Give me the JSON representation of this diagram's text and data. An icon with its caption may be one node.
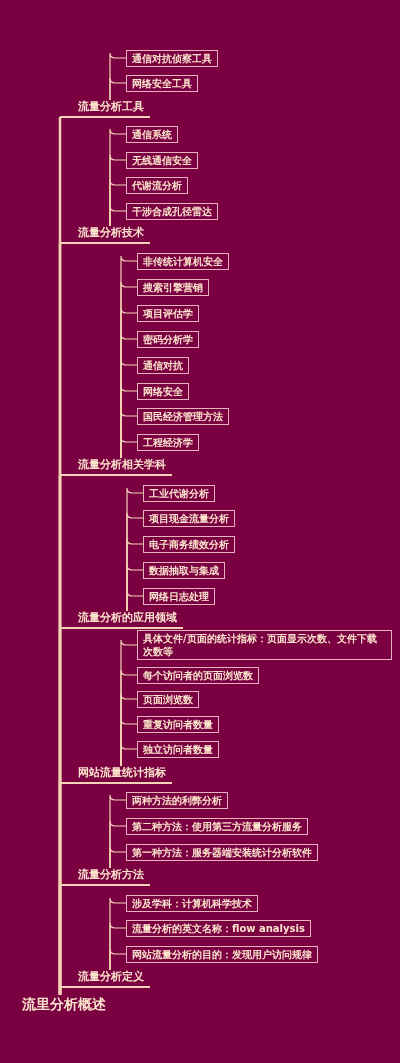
{
  "diagram": {
    "nodes": [
      {
        "text": [
          "流里分析概述"
        ]
      },
      {
        "text": [
          "流量分析工具"
        ]
      },
      {
        "text": [
          "通信对抗侦察工具"
        ]
      },
      {
        "text": [
          "网络安全工具"
        ]
      },
      {
        "text": [
          "流量分析技术"
        ]
      },
      {
        "text": [
          "通信系统"
        ]
      },
      {
        "text": [
          "无线通信安全"
        ]
      },
      {
        "text": [
          "代谢流分析"
        ]
      },
      {
        "text": [
          "干涉合成孔径雷达"
        ]
      },
      {
        "text": [
          "流量分析相关学科"
        ]
      },
      {
        "text": [
          "非传统计算机安全"
        ]
      },
      {
        "text": [
          "搜索引擎营销"
        ]
      },
      {
        "text": [
          "项目评估学"
        ]
      },
      {
        "text": [
          "密码分析学"
        ]
      },
      {
        "text": [
          "通信对抗"
        ]
      },
      {
        "text": [
          "网络安全"
        ]
      },
      {
        "text": [
          "国民经济管理方法"
        ]
      },
      {
        "text": [
          "工程经济学"
        ]
      },
      {
        "text": [
          "流量分析的应用领域"
        ]
      },
      {
        "text": [
          "工业代谢分析"
        ]
      },
      {
        "text": [
          "项目现金流量分析"
        ]
      },
      {
        "text": [
          "电子商务绩效分析"
        ]
      },
      {
        "text": [
          "数据抽取与集成"
        ]
      },
      {
        "text": [
          "网络日志处理"
        ]
      },
      {
        "text": [
          "网站流量统计指标"
        ]
      },
      {
        "text": [
          "具体文件/页面的统计指标：页面显示次数、文件下载次数等"
        ]
      },
      {
        "text": [
          "每个访问者的页面浏览数"
        ]
      },
      {
        "text": [
          "页面浏览数"
        ]
      },
      {
        "text": [
          "重复访问者数量"
        ]
      },
      {
        "text": [
          "独立访问者数量"
        ]
      },
      {
        "text": [
          "流量分析方法"
        ]
      },
      {
        "text": [
          "两种方法的利弊分析"
        ]
      },
      {
        "text": [
          "第二种方法：使用第三方流量分析服务"
        ]
      },
      {
        "text": [
          "第一种方法：服务器端安装统计分析软件"
        ]
      },
      {
        "text": [
          "流量分析定义"
        ]
      },
      {
        "text": [
          "涉及学科：计算机科学技术"
        ]
      },
      {
        "text": [
          "流量分析的英文名称：flow analysis"
        ]
      },
      {
        "text": [
          "网站流量分析的目的：发现用户访问规律"
        ]
      }
    ],
    "edges": [
      {
        "from": 0,
        "to": 1,
        "arrow": "none"
      },
      {
        "from": 1,
        "to": 2,
        "arrow": "none"
      },
      {
        "from": 1,
        "to": 3,
        "arrow": "none"
      },
      {
        "from": 0,
        "to": 4,
        "arrow": "none"
      },
      {
        "from": 4,
        "to": 5,
        "arrow": "none"
      },
      {
        "from": 4,
        "to": 6,
        "arrow": "none"
      },
      {
        "from": 4,
        "to": 7,
        "arrow": "none"
      },
      {
        "from": 4,
        "to": 8,
        "arrow": "none"
      },
      {
        "from": 0,
        "to": 9,
        "arrow": "none"
      },
      {
        "from": 9,
        "to": 10,
        "arrow": "none"
      },
      {
        "from": 9,
        "to": 11,
        "arrow": "none"
      },
      {
        "from": 9,
        "to": 12,
        "arrow": "none"
      },
      {
        "from": 9,
        "to": 13,
        "arrow": "none"
      },
      {
        "from": 9,
        "to": 14,
        "arrow": "none"
      },
      {
        "from": 9,
        "to": 15,
        "arrow": "none"
      },
      {
        "from": 9,
        "to": 16,
        "arrow": "none"
      },
      {
        "from": 9,
        "to": 17,
        "arrow": "none"
      },
      {
        "from": 0,
        "to": 18,
        "arrow": "none"
      },
      {
        "from": 18,
        "to": 19,
        "arrow": "none"
      },
      {
        "from": 18,
        "to": 20,
        "arrow": "none"
      },
      {
        "from": 18,
        "to": 21,
        "arrow": "none"
      },
      {
        "from": 18,
        "to": 22,
        "arrow": "none"
      },
      {
        "from": 18,
        "to": 23,
        "arrow": "none"
      },
      {
        "from": 0,
        "to": 24,
        "arrow": "none"
      },
      {
        "from": 24,
        "to": 25,
        "arrow": "none"
      },
      {
        "from": 24,
        "to": 26,
        "arrow": "none"
      },
      {
        "from": 24,
        "to": 27,
        "arrow": "none"
      },
      {
        "from": 24,
        "to": 28,
        "arrow": "none"
      },
      {
        "from": 24,
        "to": 29,
        "arrow": "none"
      },
      {
        "from": 0,
        "to": 30,
        "arrow": "none"
      },
      {
        "from": 30,
        "to": 31,
        "arrow": "none"
      },
      {
        "from": 30,
        "to": 32,
        "arrow": "none"
      },
      {
        "from": 30,
        "to": 33,
        "arrow": "none"
      },
      {
        "from": 0,
        "to": 34,
        "arrow": "none"
      },
      {
        "from": 34,
        "to": 35,
        "arrow": "none"
      },
      {
        "from": 34,
        "to": 36,
        "arrow": "none"
      },
      {
        "from": 34,
        "to": 37,
        "arrow": "none"
      }
    ]
  }
}
